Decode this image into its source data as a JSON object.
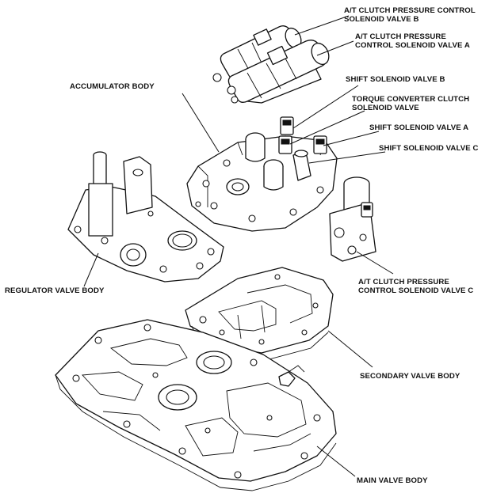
{
  "diagram": {
    "labels": {
      "at_clutch_b": [
        "A/T CLUTCH PRESSURE CONTROL",
        "SOLENOID VALVE B"
      ],
      "at_clutch_a": [
        "A/T CLUTCH PRESSURE",
        "CONTROL SOLENOID VALVE A"
      ],
      "accumulator_body": "ACCUMULATOR BODY",
      "shift_solenoid_b": "SHIFT SOLENOID VALVE B",
      "torque_converter": [
        "TORQUE CONVERTER CLUTCH",
        "SOLENOID VALVE"
      ],
      "shift_solenoid_a": "SHIFT SOLENOID VALVE A",
      "shift_solenoid_c": "SHIFT SOLENOID VALVE C",
      "regulator_valve_body": "REGULATOR VALVE BODY",
      "at_clutch_c": [
        "A/T CLUTCH PRESSURE",
        "CONTROL SOLENOID VALVE C"
      ],
      "secondary_valve_body": "SECONDARY VALVE BODY",
      "main_valve_body": "MAIN VALVE BODY"
    }
  }
}
